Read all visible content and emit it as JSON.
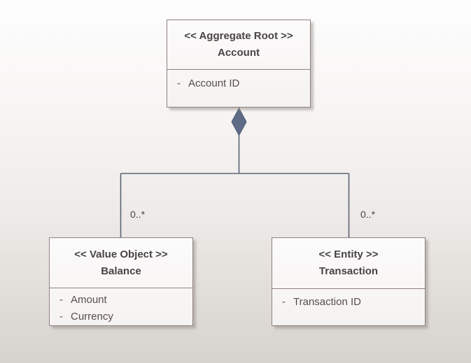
{
  "diagram": {
    "type": "uml-class-diagram",
    "classes": [
      {
        "id": "account",
        "stereotype": "<< Aggregate Root >>",
        "name": "Account",
        "attributes": [
          {
            "visibility": "-",
            "name": "Account ID"
          }
        ]
      },
      {
        "id": "balance",
        "stereotype": "<< Value Object >>",
        "name": "Balance",
        "attributes": [
          {
            "visibility": "-",
            "name": "Amount"
          },
          {
            "visibility": "-",
            "name": "Currency"
          }
        ]
      },
      {
        "id": "transaction",
        "stereotype": "<< Entity >>",
        "name": "Transaction",
        "attributes": [
          {
            "visibility": "-",
            "name": "Transaction ID"
          }
        ]
      }
    ],
    "relationships": [
      {
        "type": "composition",
        "from": "Account",
        "to": "Balance",
        "multiplicity": "0..*"
      },
      {
        "type": "composition",
        "from": "Account",
        "to": "Transaction",
        "multiplicity": "0..*"
      }
    ],
    "colors": {
      "connector": "#5b6375",
      "composition_diamond_fill": "#5f6c87",
      "composition_diamond_stroke": "#4f5c75",
      "box_border": "#8f807e",
      "header_text": "#474443",
      "attribute_text": "#584d4b"
    }
  }
}
